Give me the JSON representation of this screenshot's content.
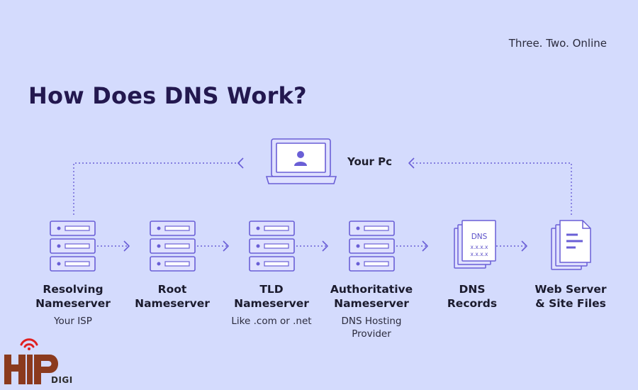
{
  "header": {
    "tagline": "Three. Two. Online",
    "title": "How Does DNS Work?"
  },
  "pc": {
    "label": "Your Pc",
    "icon": "laptop-user-icon"
  },
  "nodes": [
    {
      "title_line1": "Resolving",
      "title_line2": "Nameserver",
      "sub_line1": "Your ISP",
      "sub_line2": "",
      "icon": "server-icon"
    },
    {
      "title_line1": "Root",
      "title_line2": "Nameserver",
      "sub_line1": "",
      "sub_line2": "",
      "icon": "server-icon"
    },
    {
      "title_line1": "TLD",
      "title_line2": "Nameserver",
      "sub_line1": "Like .com or .net",
      "sub_line2": "",
      "icon": "server-icon"
    },
    {
      "title_line1": "Authoritative",
      "title_line2": "Nameserver",
      "sub_line1": "DNS Hosting",
      "sub_line2": "Provider",
      "icon": "server-icon"
    },
    {
      "title_line1": "DNS",
      "title_line2": "Records",
      "sub_line1": "",
      "sub_line2": "",
      "icon": "dns-records-icon"
    },
    {
      "title_line1": "Web Server",
      "title_line2": "& Site Files",
      "sub_line1": "",
      "sub_line2": "",
      "icon": "document-stack-icon"
    }
  ],
  "dns_card": {
    "label": "DNS",
    "line1": "x.x.x.x",
    "line2": "x.x.x.x"
  },
  "logo": {
    "text": "DIGI",
    "mark": "HP",
    "icon": "wifi-signal-icon"
  },
  "colors": {
    "background": "#d4dbfd",
    "accent": "#6a5fd6",
    "icon_fill": "#dfe1ff",
    "title": "#23184f",
    "logo_brown": "#8b3a1e",
    "logo_red": "#e02020"
  }
}
